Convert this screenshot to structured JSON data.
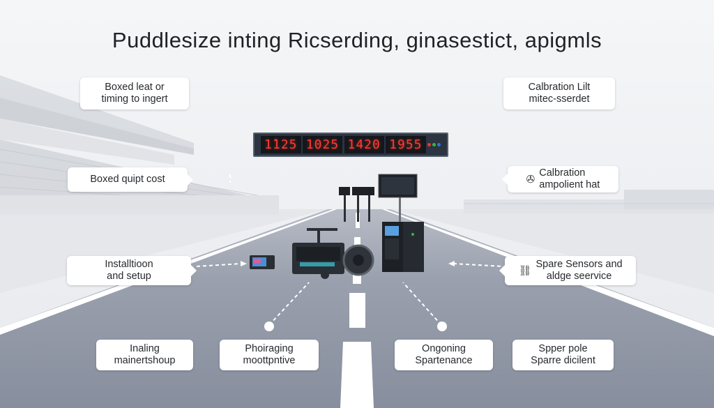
{
  "title": "Puddlesize inting Ricserding, ginasestict, apigmls",
  "scoreboard": {
    "readouts": [
      "1̇125",
      "1025",
      "1420",
      "1955"
    ],
    "status_colors": [
      "#e23a3a",
      "#3ab54a",
      "#2f74d8"
    ]
  },
  "labels": {
    "top_left": {
      "line1": "Boxed leat or",
      "line2": "timing to ingert"
    },
    "top_right": {
      "line1": "Calbration Lilt",
      "line2": "mitec-sserdet"
    },
    "mid_left": {
      "line1": "Boxed quipt cost"
    },
    "mid_right": {
      "icon": "wrench-circle-icon",
      "line1": "Calbration",
      "line2": "ampolient hat"
    },
    "install": {
      "line1": "Installtioon",
      "line2": "and setup"
    },
    "spare_sensors": {
      "icon": "link-icon",
      "line1": "Spare Sensors and",
      "line2": "aldge seervice"
    },
    "bottom_1": {
      "line1": "Inaling",
      "line2": "mainertshoup"
    },
    "bottom_2": {
      "line1": "Phoiraging",
      "line2": "moottpntive"
    },
    "bottom_3": {
      "line1": "Ongoning",
      "line2": "Spartenance"
    },
    "bottom_4": {
      "line1": "Spper pole",
      "line2": "Sparre dicilent"
    }
  },
  "colors": {
    "track": "#8e95a4",
    "lane_line": "#ffffff",
    "sky": "#f3f4f6",
    "scoreboard": "#2b3440",
    "digit": "#ff3b30"
  }
}
